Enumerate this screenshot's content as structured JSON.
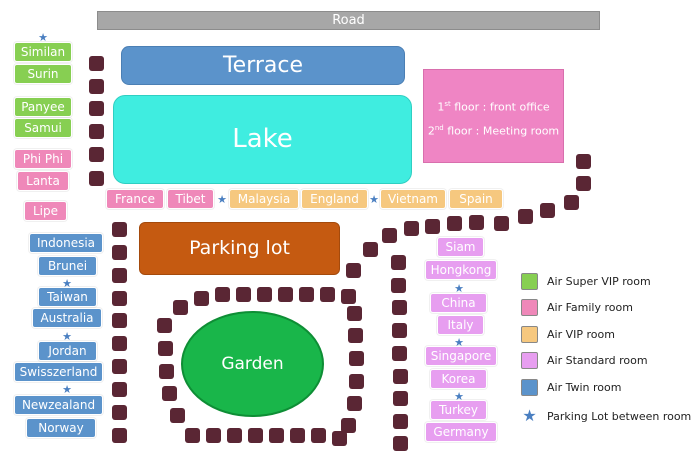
{
  "road": "Road",
  "terrace": "Terrace",
  "lake": "Lake",
  "parking": "Parking lot",
  "garden": "Garden",
  "office": {
    "floor1_num": "1",
    "floor1_sup": "st",
    "floor1_text": " floor : front office",
    "floor2_num": "2",
    "floor2_sup": "nd",
    "floor2_text": " floor : Meeting room"
  },
  "colors": {
    "super_vip": "#87cf52",
    "family": "#ef88b9",
    "vip": "#f6c87f",
    "standard": "#e79ef0",
    "twin": "#5b93cb"
  },
  "rooms": {
    "super_vip": [
      "Similan",
      "Surin",
      "Panyee",
      "Samui"
    ],
    "family_left": [
      "Phi Phi",
      "Lanta",
      "Lipe"
    ],
    "family_row": [
      "France",
      "Tibet"
    ],
    "vip_row": [
      "Malaysia",
      "England",
      "Vietnam",
      "Spain"
    ],
    "twin": [
      "Indonesia",
      "Brunei",
      "Taiwan",
      "Australia",
      "Jordan",
      "Swisszerland",
      "Newzealand",
      "Norway"
    ],
    "standard": [
      "Siam",
      "Hongkong",
      "China",
      "Italy",
      "Singapore",
      "Korea",
      "Turkey",
      "Germany"
    ]
  },
  "legend": [
    {
      "label": "Air Super VIP room",
      "color": "#87cf52"
    },
    {
      "label": "Air Family room",
      "color": "#ef88b9"
    },
    {
      "label": "Air VIP room",
      "color": "#f6c87f"
    },
    {
      "label": "Air Standard room",
      "color": "#e79ef0"
    },
    {
      "label": "Air Twin room",
      "color": "#5b93cb"
    },
    {
      "label": "Parking Lot between room",
      "icon": "star-icon"
    }
  ]
}
